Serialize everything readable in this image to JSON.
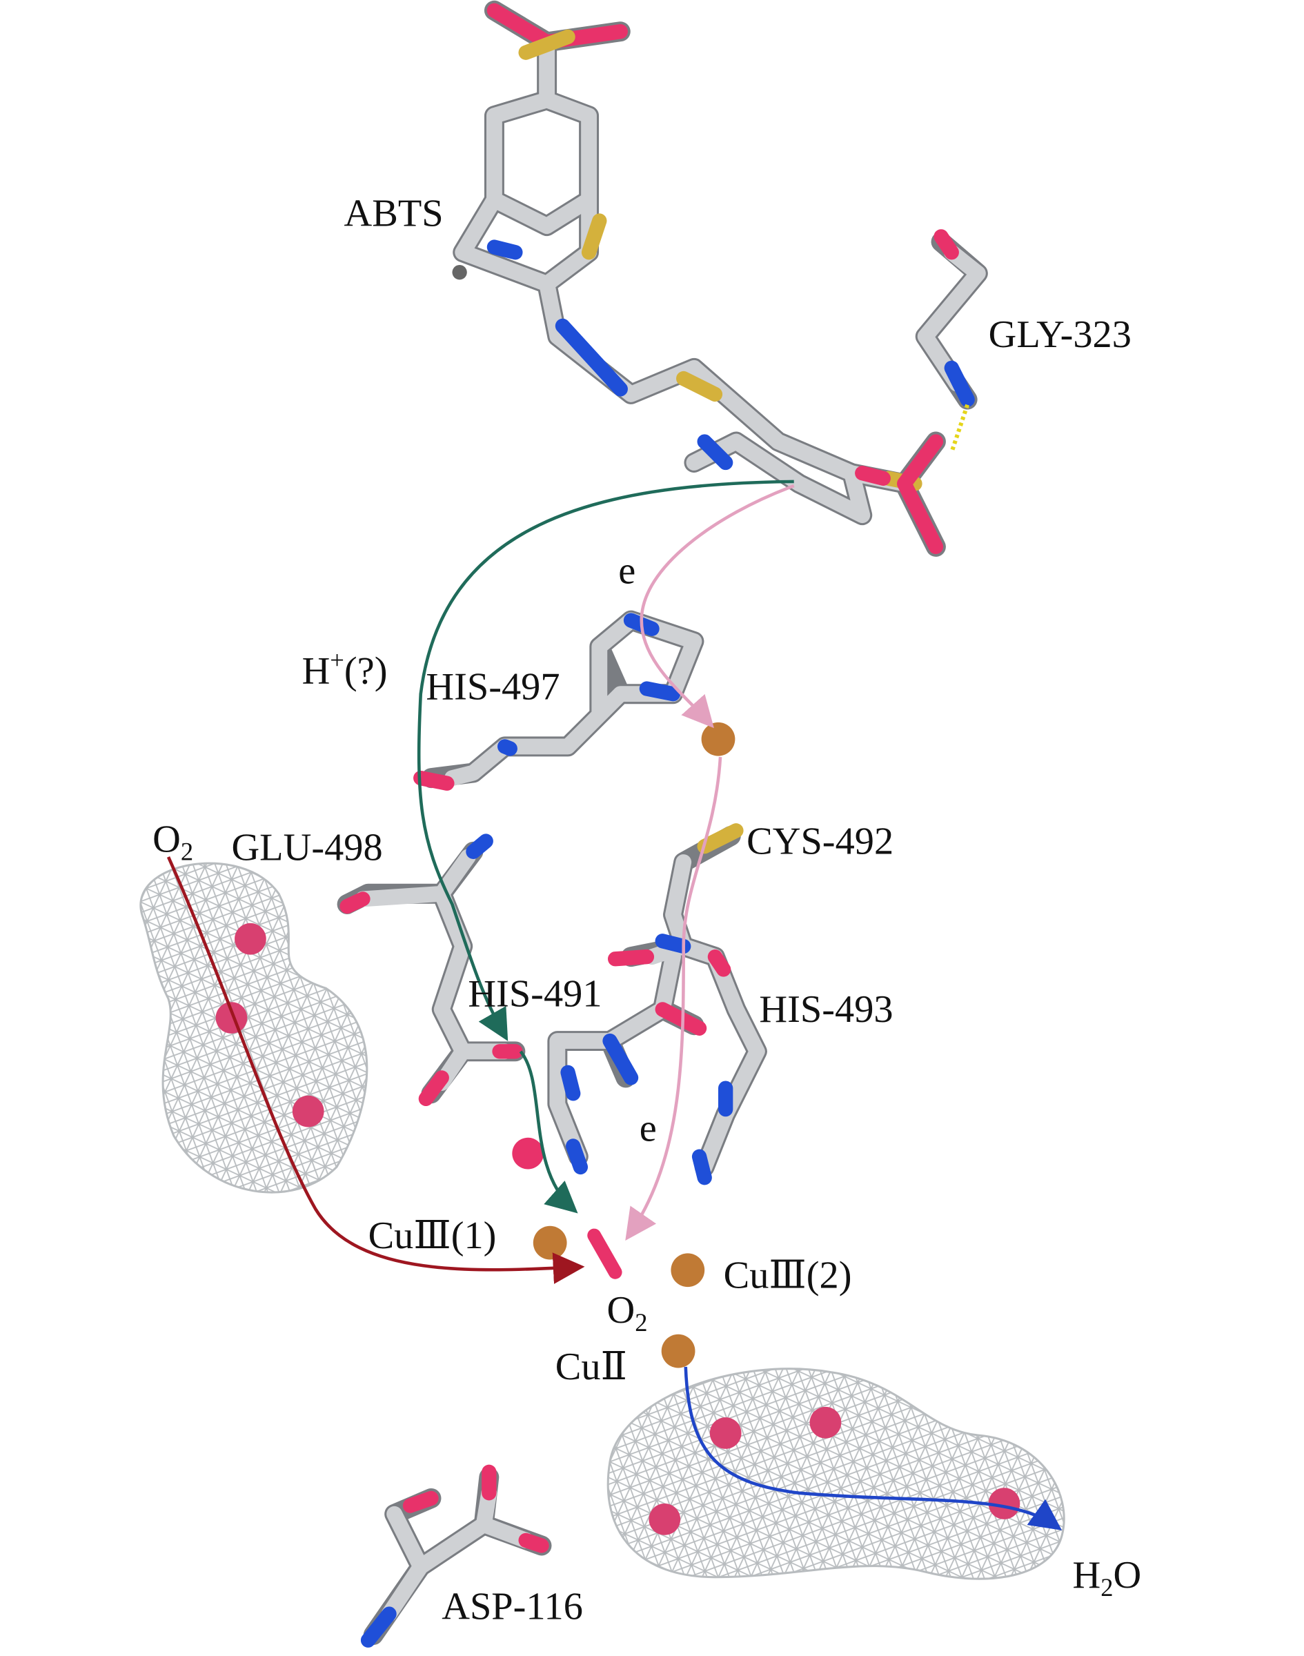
{
  "labels": {
    "abts": "ABTS",
    "gly323": "GLY-323",
    "h_plus_prefix": "H",
    "h_plus_sup": "+",
    "h_plus_suffix": "(?)",
    "his497": "HIS-497",
    "e_top": "e",
    "o2_left": "O",
    "o2_left_sub": "2",
    "glu498": "GLU-498",
    "cys492": "CYS-492",
    "his491": "HIS-491",
    "his493": "HIS-493",
    "e_bottom": "e",
    "cu3_1": "CuⅢ(1)",
    "cu3_2": "CuⅢ(2)",
    "o2_center": "O",
    "o2_center_sub": "2",
    "cu2": "CuⅡ",
    "asp116": "ASP-116",
    "h2o_h": "H",
    "h2o_sub": "2",
    "h2o_o": "O"
  },
  "colors": {
    "carbon": "#cfd1d4",
    "nitrogen": "#1f4fd8",
    "oxygen": "#e8326a",
    "sulfur": "#d4b13c",
    "copper": "#c07a35",
    "proton_path": "#1f6b5a",
    "electron_path": "#e3a1bf",
    "oxygen_path": "#9e1620",
    "water_path": "#1f45c8"
  }
}
